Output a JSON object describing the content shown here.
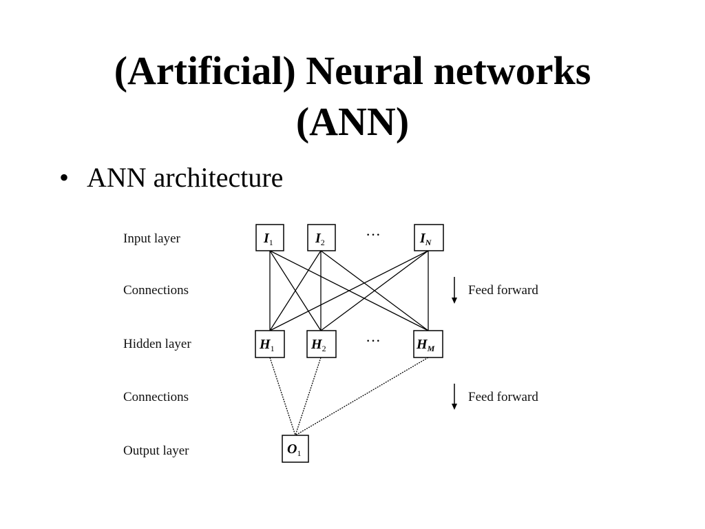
{
  "slide": {
    "title_line1": "(Artificial) Neural networks",
    "title_line2": "(ANN)",
    "bullet_symbol": "•",
    "bullet_text": "ANN architecture"
  },
  "diagram": {
    "row_labels": {
      "input": "Input layer",
      "connections_1": "Connections",
      "hidden": "Hidden layer",
      "connections_2": "Connections",
      "output": "Output layer"
    },
    "feed_forward_1": "Feed forward",
    "feed_forward_2": "Feed forward",
    "ellipsis": "···",
    "input_nodes": [
      {
        "main": "I",
        "sub": "1"
      },
      {
        "main": "I",
        "sub": "2"
      },
      {
        "main": "I",
        "sub": "N"
      }
    ],
    "hidden_nodes": [
      {
        "main": "H",
        "sub": "1"
      },
      {
        "main": "H",
        "sub": "2"
      },
      {
        "main": "H",
        "sub": "M"
      }
    ],
    "output_nodes": [
      {
        "main": "O",
        "sub": "1"
      }
    ]
  }
}
